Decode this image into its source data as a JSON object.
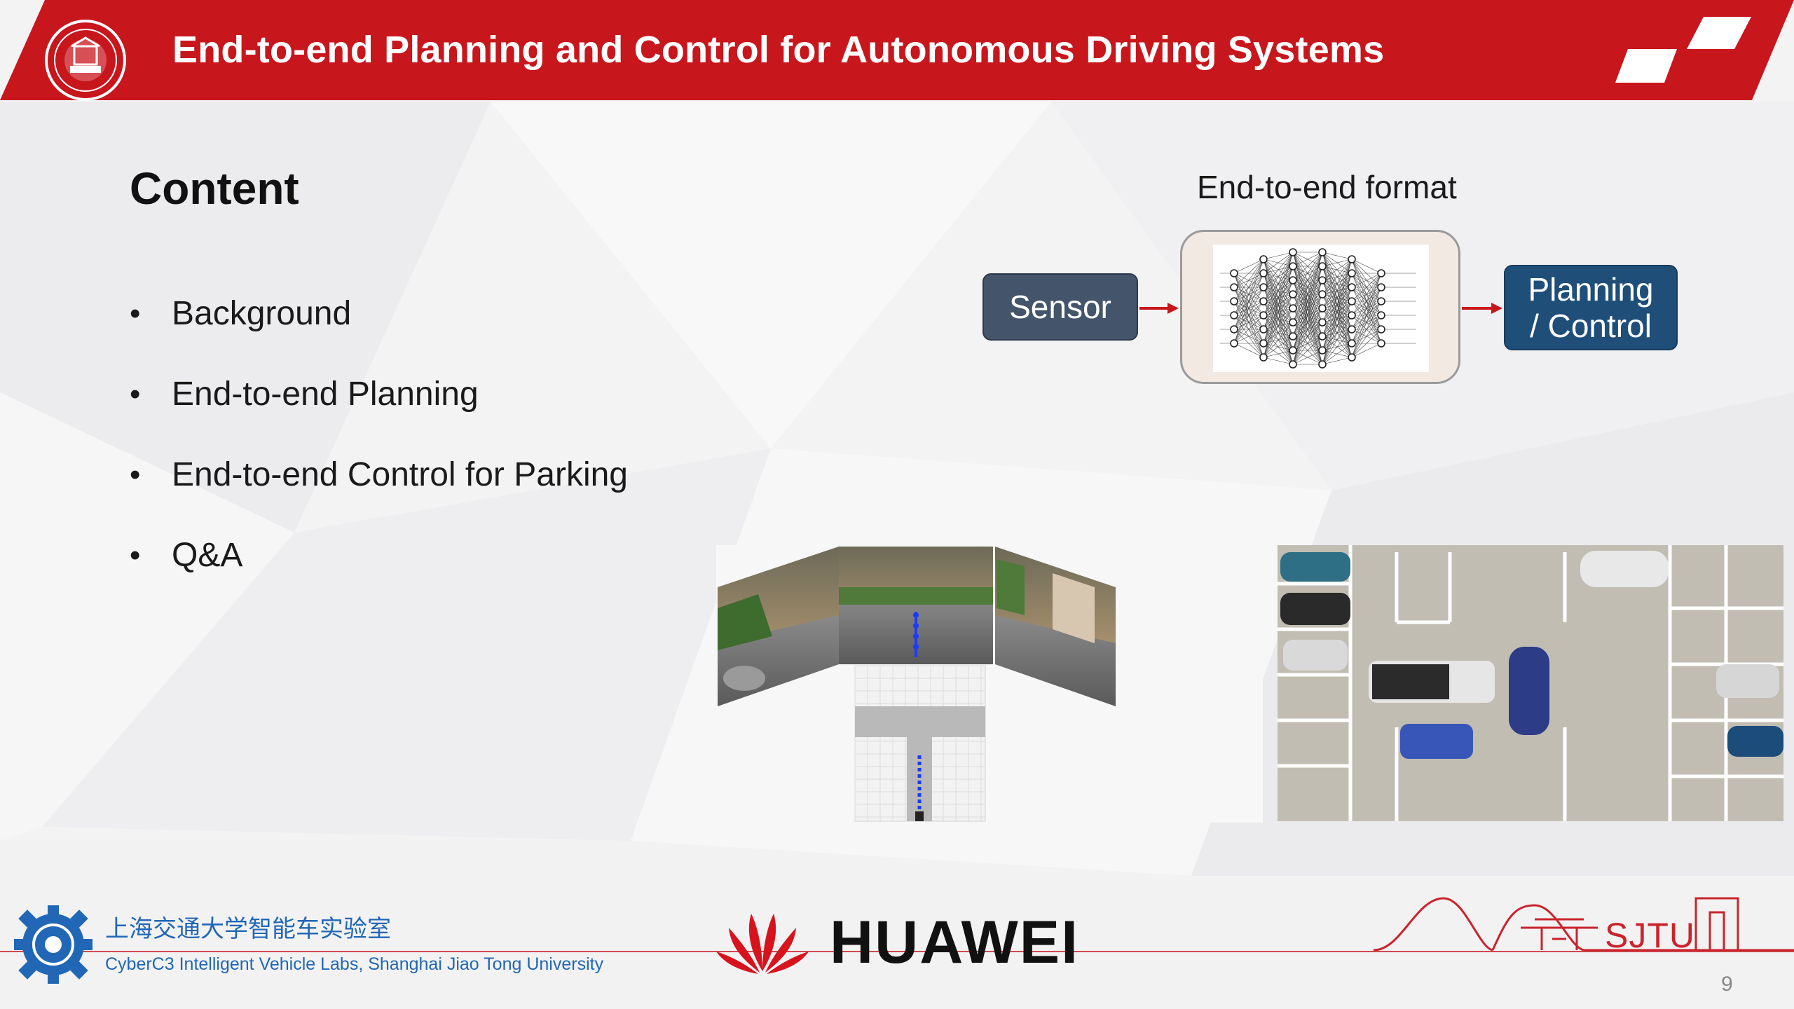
{
  "header": {
    "title": "End-to-end Planning and Control for Autonomous Driving Systems",
    "brand_color": "#c8161d",
    "seal_icon": "sjtu-seal-icon",
    "corner_icon": "sjtu-corner-logo-icon"
  },
  "content": {
    "heading": "Content",
    "items": [
      "Background",
      "End-to-end Planning",
      "End-to-end Control for Parking",
      "Q&A"
    ]
  },
  "diagram": {
    "title": "End-to-end format",
    "sensor_label": "Sensor",
    "planning_label_line1": "Planning",
    "planning_label_line2": "/ Control",
    "network_icon": "neural-network-icon",
    "arrow_color": "#c8161d",
    "sensor_color": "#44546a",
    "planning_color": "#1f4e79"
  },
  "images": {
    "simulation": "driving-simulation-views-image",
    "parking": "parking-lot-topview-image"
  },
  "footer": {
    "lab_name_cn": "上海交通大学智能车实验室",
    "lab_name_en": "CyberC3 Intelligent Vehicle Labs, Shanghai Jiao Tong University",
    "partner": "HUAWEI",
    "university_mark": "SJTU",
    "page_number": "9",
    "lab_color": "#2167b6"
  }
}
